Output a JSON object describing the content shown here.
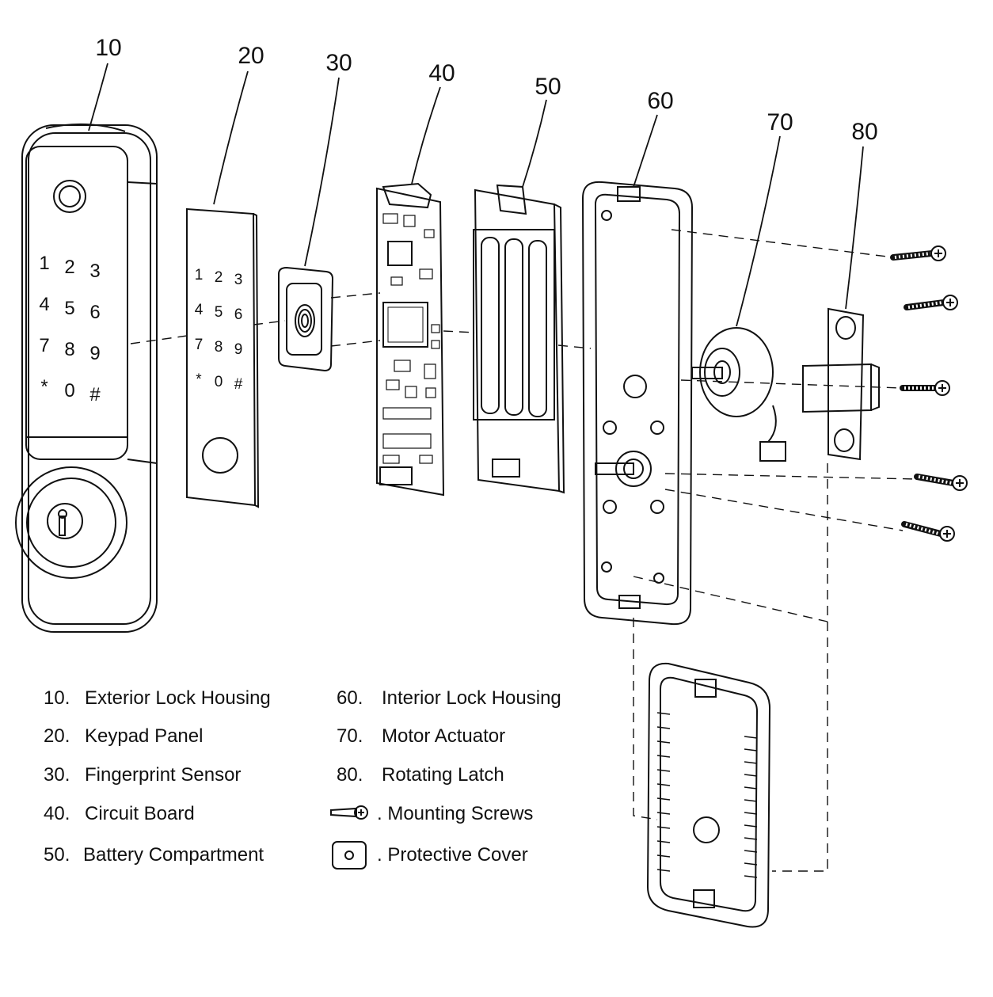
{
  "callouts": [
    "10",
    "20",
    "30",
    "40",
    "50",
    "60",
    "70",
    "80"
  ],
  "keypad_keys": [
    "1",
    "2",
    "3",
    "4",
    "5",
    "6",
    "7",
    "8",
    "9",
    "*",
    "0",
    "#"
  ],
  "legend": [
    {
      "num": "10.",
      "label": "Exterior Lock Housing"
    },
    {
      "num": "20.",
      "label": "Keypad Panel"
    },
    {
      "num": "30.",
      "label": "Fingerprint Sensor"
    },
    {
      "num": "40.",
      "label": "Circuit Board"
    },
    {
      "num": "50.",
      "label": "Battery Compartment"
    },
    {
      "num": "60.",
      "label": "Interior Lock Housing"
    },
    {
      "num": "70.",
      "label": "Motor Actuator"
    },
    {
      "num": "80.",
      "label": "Rotating Latch"
    },
    {
      "icon": "screw-icon",
      "label": ". Mounting Screws"
    },
    {
      "icon": "cover-icon",
      "label": ". Protective Cover"
    }
  ],
  "colors": {
    "line": "#111111",
    "background": "#ffffff"
  }
}
